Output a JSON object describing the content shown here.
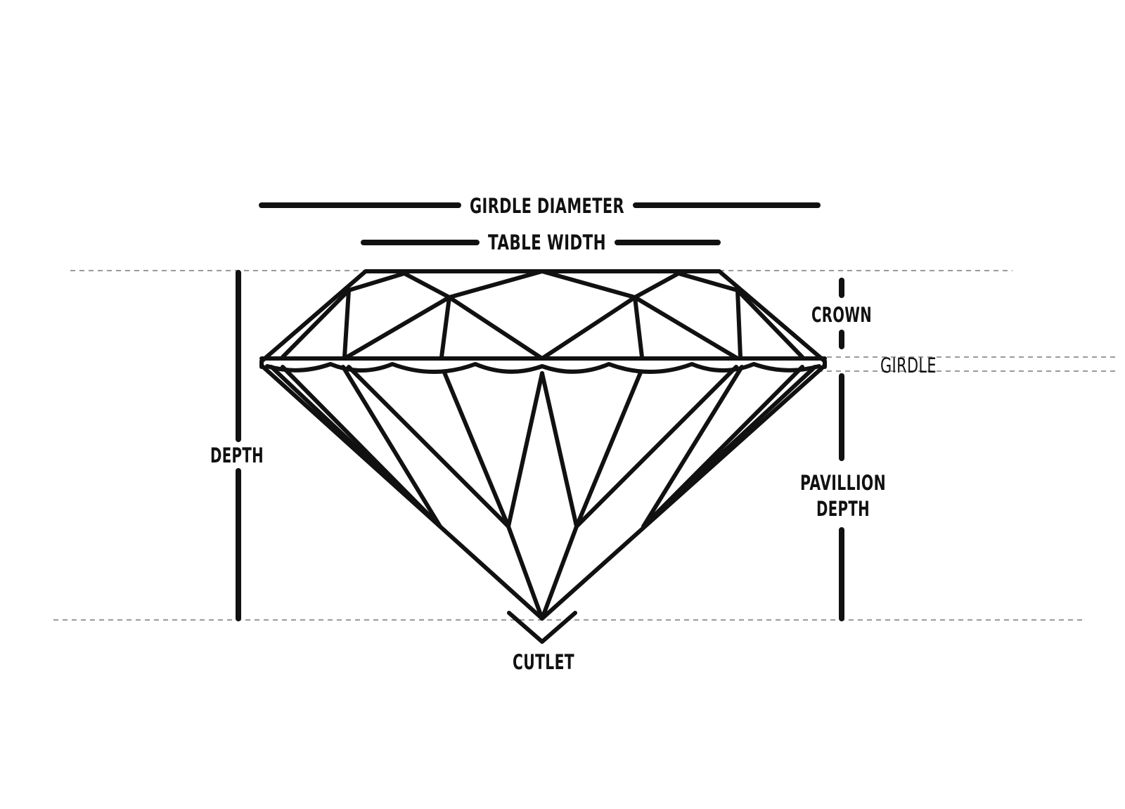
{
  "labels": {
    "girdle_diameter": "GIRDLE DIAMETER",
    "table_width": "TABLE WIDTH",
    "crown": "CROWN",
    "girdle": "GIRDLE",
    "depth": "DEPTH",
    "pavillion_line1": "PAVILLION",
    "pavillion_line2": "DEPTH",
    "cutlet": "CUTLET"
  },
  "colors": {
    "line": "#111111",
    "guide": "#9a9a9a",
    "background": "#ffffff"
  }
}
